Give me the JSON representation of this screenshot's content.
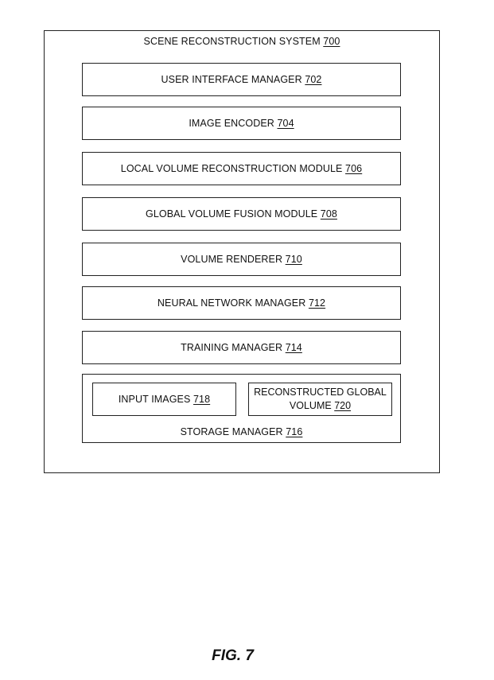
{
  "system": {
    "title": "SCENE RECONSTRUCTION SYSTEM",
    "ref": "700"
  },
  "modules": [
    {
      "label": "USER INTERFACE MANAGER",
      "ref": "702"
    },
    {
      "label": "IMAGE ENCODER",
      "ref": "704"
    },
    {
      "label": "LOCAL VOLUME RECONSTRUCTION MODULE",
      "ref": "706"
    },
    {
      "label": "GLOBAL VOLUME FUSION MODULE",
      "ref": "708"
    },
    {
      "label": "VOLUME RENDERER",
      "ref": "710"
    },
    {
      "label": "NEURAL NETWORK MANAGER",
      "ref": "712"
    },
    {
      "label": "TRAINING MANAGER",
      "ref": "714"
    }
  ],
  "storage": {
    "label": "STORAGE MANAGER",
    "ref": "716",
    "input_images": {
      "label": "INPUT IMAGES",
      "ref": "718"
    },
    "reconstructed_volume": {
      "label_line1": "RECONSTRUCTED GLOBAL",
      "label_line2": "VOLUME",
      "ref": "720"
    }
  },
  "figure_caption": "FIG. 7"
}
